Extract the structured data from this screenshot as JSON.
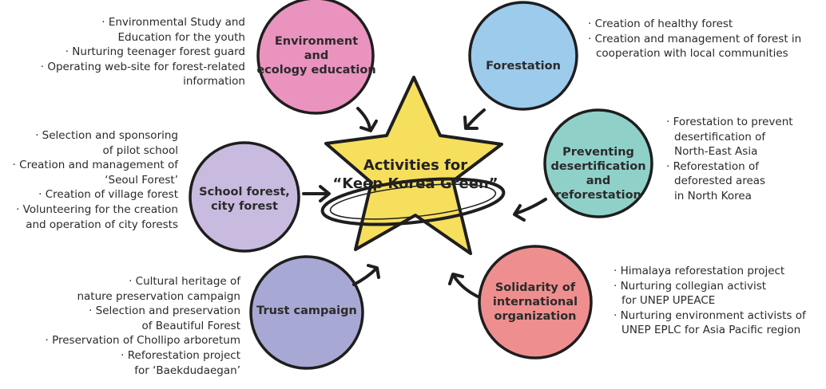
{
  "center": {
    "line1": "Activities for",
    "line2": "“Keep Korea Green”"
  },
  "nodes": {
    "env": {
      "lines": [
        "Environment",
        "and",
        "ecology education"
      ],
      "color": "#ea93be"
    },
    "forestation": {
      "lines": [
        "Forestation"
      ],
      "color": "#9ccbec"
    },
    "school": {
      "lines": [
        "School forest,",
        "city forest"
      ],
      "color": "#c8bbdf"
    },
    "desert": {
      "lines": [
        "Preventing",
        "desertification and",
        "reforestation"
      ],
      "color": "#8fd1c9"
    },
    "trust": {
      "lines": [
        "Trust campaign"
      ],
      "color": "#a8a8d4"
    },
    "solidarity": {
      "lines": [
        "Solidarity of",
        "international",
        "organization"
      ],
      "color": "#ef8e8e"
    }
  },
  "descriptions": {
    "env": [
      "· Environmental Study and",
      "Education for the youth",
      "· Nurturing teenager forest guard",
      "· Operating web-site for forest-related",
      "information"
    ],
    "forestation": [
      "· Creation of healthy forest",
      "· Creation and management of forest in",
      "cooperation with local communities"
    ],
    "school": [
      "· Selection and sponsoring",
      "of pilot school",
      "· Creation and management of",
      "‘Seoul Forest’",
      "· Creation of village forest",
      "· Volunteering for the creation",
      "and operation of city forests"
    ],
    "desert": [
      "· Forestation to prevent",
      "desertification of",
      "North-East Asia",
      "· Reforestation of",
      "deforested areas",
      "in North Korea"
    ],
    "trust": [
      "· Cultural heritage of",
      "nature preservation campaign",
      "· Selection and preservation",
      "of Beautiful Forest",
      "· Preservation of Chollipo arboretum",
      "· Reforestation project",
      "for ‘Baekdudaegan’"
    ],
    "solidarity": [
      "· Himalaya reforestation project",
      "· Nurturing collegian activist",
      "for UNEP UPEACE",
      "· Nurturing environment activists of",
      "UNEP EPLC for Asia Pacific region"
    ]
  },
  "colors": {
    "star": "#f7df5e",
    "outline": "#1e1e1e",
    "text": "#2a2a2a"
  },
  "icons": {
    "arrow": "curved-arrow-icon",
    "ring": "orbit-ring-icon"
  }
}
